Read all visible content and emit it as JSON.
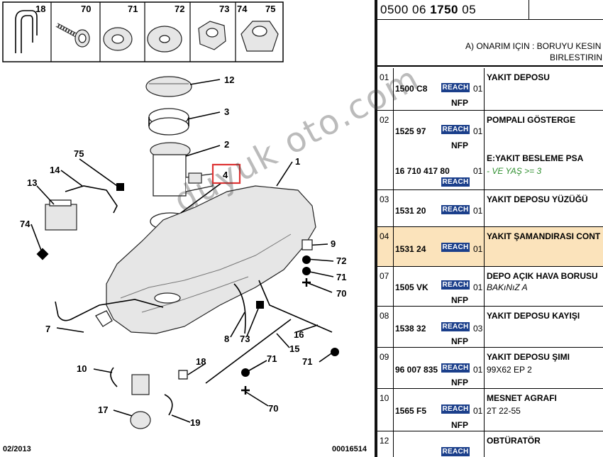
{
  "diagram": {
    "top_parts": [
      {
        "num": "18"
      },
      {
        "num": "70"
      },
      {
        "num": "71"
      },
      {
        "num": "72"
      },
      {
        "num": "73"
      },
      {
        "num": "74"
      },
      {
        "num": "75"
      }
    ],
    "callouts": [
      "12",
      "3",
      "2",
      "4",
      "1",
      "75",
      "14",
      "13",
      "74",
      "9",
      "72",
      "71",
      "70",
      "7",
      "8",
      "73",
      "16",
      "15",
      "10",
      "18",
      "71",
      "71",
      "17",
      "19",
      "70"
    ],
    "footer_left": "02/2013",
    "footer_right": "00016514"
  },
  "header": {
    "ref_prefix": "0500 06 ",
    "ref_bold": "1750",
    "ref_suffix": " 05"
  },
  "note": {
    "line1": "A) ONARIM IÇIN : BORUYU KESIN",
    "line2": "BIRLESTIRIN"
  },
  "reach_label": "REACH",
  "rows": [
    {
      "index": "01",
      "part": "1500 C8",
      "qty": "01",
      "nfp": "NFP",
      "name": "YAKIT DEPOSU",
      "desc": ""
    },
    {
      "index": "02",
      "part": "1525 97",
      "qty": "01",
      "nfp": "NFP",
      "name": "POMPALI GÖSTERGE",
      "name2": "E:YAKIT BESLEME PSA",
      "part2": "16 710 417 80",
      "qty2": "01",
      "desc2": "- VE YAŞ >= 3"
    },
    {
      "index": "03",
      "part": "1531 20",
      "qty": "01",
      "name": "YAKIT DEPOSU YÜZÜĞÜ"
    },
    {
      "index": "04",
      "part": "1531 24",
      "qty": "01",
      "name": "YAKIT ŞAMANDIRASI CONT"
    },
    {
      "index": "07",
      "part": "1505 VK",
      "qty": "01",
      "nfp": "NFP",
      "name": "DEPO AÇIK HAVA BORUSU",
      "desc": "BAKıNıZ A"
    },
    {
      "index": "08",
      "part": "1538 32",
      "qty": "03",
      "nfp": "NFP",
      "name": "YAKIT DEPOSU KAYIŞI"
    },
    {
      "index": "09",
      "part": "96 007 835",
      "qty": "01",
      "nfp": "NFP",
      "name": "YAKIT DEPOSU ŞIMI",
      "desc": "99X62 EP 2"
    },
    {
      "index": "10",
      "part": "1565 F5",
      "qty": "01",
      "nfp": "NFP",
      "name": "MESNET AGRAFI",
      "desc": "2T 22-55"
    },
    {
      "index": "12",
      "part": "",
      "qty": "",
      "name": "OBTÜRATÖR"
    }
  ],
  "watermark": "duyuk oto.com"
}
